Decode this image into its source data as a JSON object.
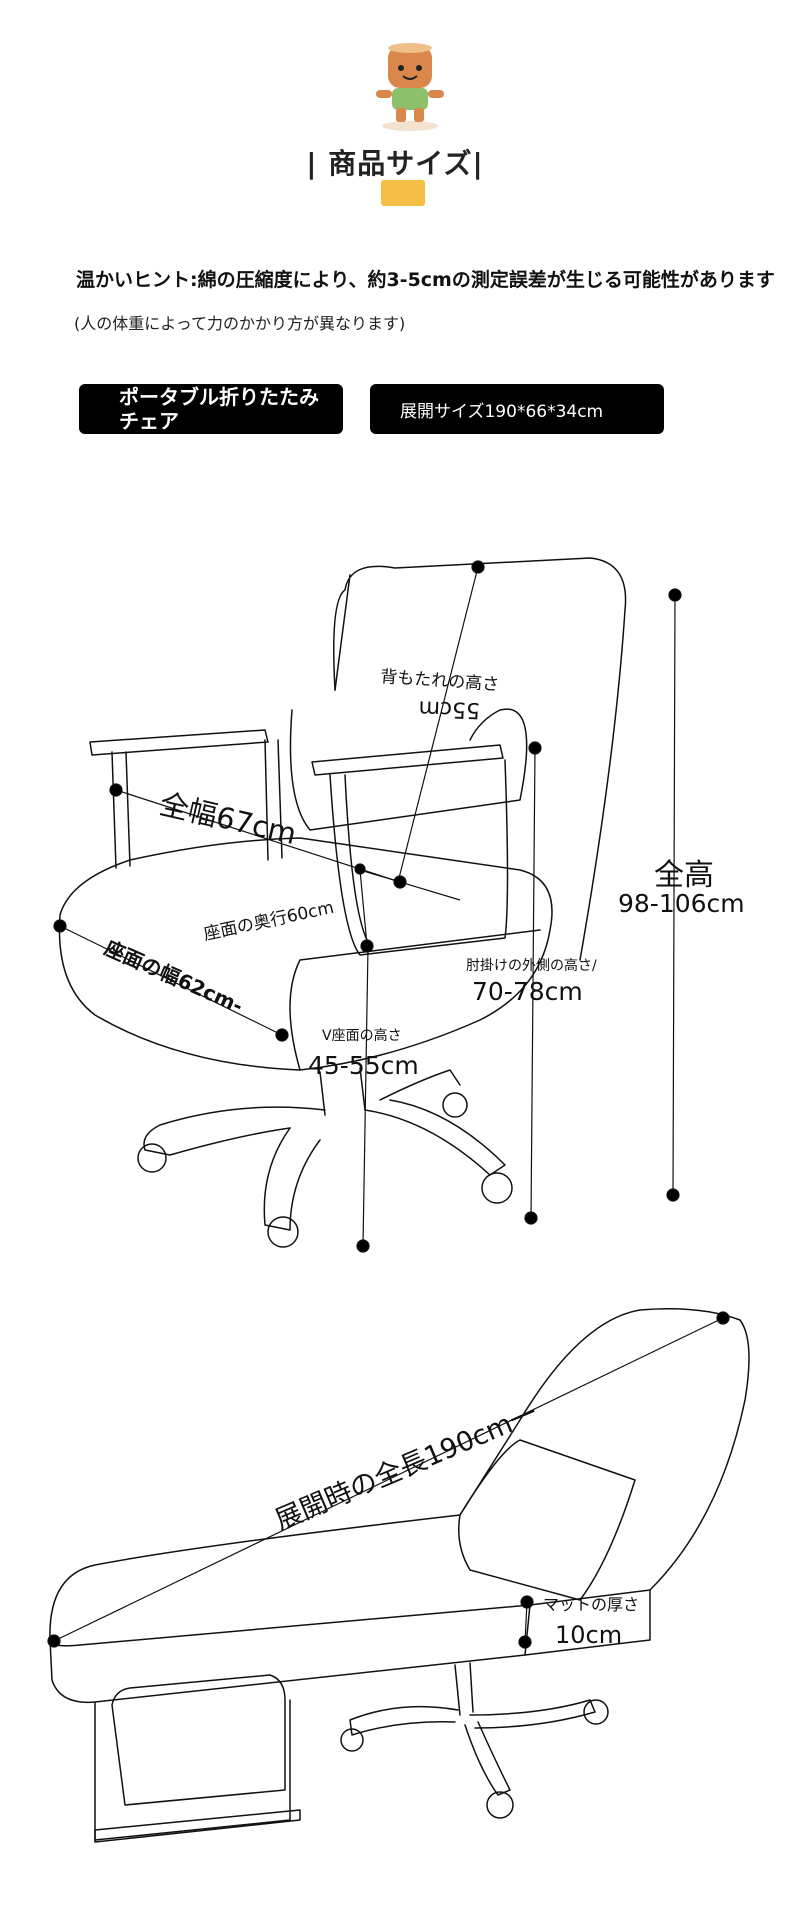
{
  "header": {
    "title": "商品サイズ",
    "title_prefix": "|",
    "title_suffix": "|",
    "mascot_icon": "tree-stump-mascot-icon"
  },
  "notes": {
    "hint": "温かいヒント:綿の圧縮度により、約3-5cmの測定誤差が生じる可能性があります",
    "subhint": "(人の体重によって力のかかり方が異なります)"
  },
  "badges": {
    "left": "ポータブル折りたたみチェア",
    "right": "展開サイズ190*66*34cm"
  },
  "chair_dims": {
    "backrest_label": "背もたれの高さ",
    "backrest_value": "55cm",
    "total_width": "全幅67cm",
    "seat_depth": "座面の奥行60cm",
    "seat_width": "座面の幅62cm-",
    "total_height_label": "全高",
    "total_height_value": "98-106cm",
    "armrest_label": "肘掛けの外側の高さ/",
    "armrest_value": "70-78cm",
    "seat_height_label": "V座面の高さ",
    "seat_height_value": "45-55cm"
  },
  "recliner_dims": {
    "length": "展開時の全長190cm一",
    "mat_label": "マットの厚さ",
    "mat_value": "10cm"
  },
  "colors": {
    "badge_bg": "#000000",
    "accent": "#f5bf45"
  }
}
